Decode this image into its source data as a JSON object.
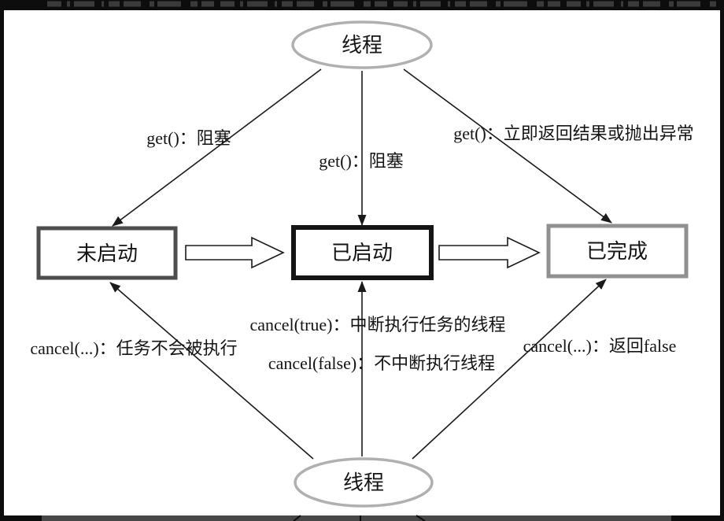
{
  "nodes": {
    "top_thread": {
      "label": "线程"
    },
    "bottom_thread": {
      "label": "线程"
    },
    "not_started": {
      "label": "未启动"
    },
    "started": {
      "label": "已启动"
    },
    "completed": {
      "label": "已完成"
    }
  },
  "labels": {
    "get_left": "get()：阻塞",
    "get_middle": "get()：阻塞",
    "get_right": "get()：立即返回结果或抛出异常",
    "cancel_left": "cancel(...)：任务不会被执行",
    "cancel_true": "cancel(true)：中断执行任务的线程",
    "cancel_false": "cancel(false)：不中断执行线程",
    "cancel_right": "cancel(...)：返回false"
  },
  "colors": {
    "ink": "#1a1a1a",
    "ellipse_stroke": "#b0b0b0",
    "not_started_border": "#4d4d4d",
    "started_border": "#141414",
    "completed_border": "#909090",
    "frame": "#0d0d0d",
    "bottom_strip": "#474747",
    "noise": "#3a3a3a"
  }
}
